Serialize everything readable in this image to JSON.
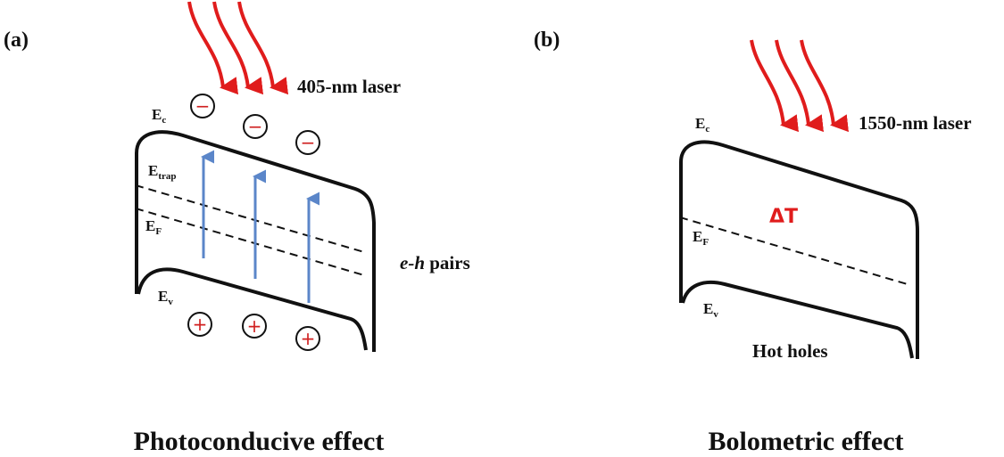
{
  "panels": [
    {
      "label": "(a)",
      "laser": "405-nm laser",
      "ec": {
        "main": "E",
        "sub": "c"
      },
      "etrap": {
        "main": "E",
        "sub": "trap"
      },
      "ef": {
        "main": "E",
        "sub": "F"
      },
      "ev": {
        "main": "E",
        "sub": "v"
      },
      "pairs": {
        "italic": "e-h",
        "rest": " pairs"
      },
      "caption": "Photoconducive effect",
      "electron_symbol": "−",
      "hole_symbol": "+"
    },
    {
      "label": "(b)",
      "laser": "1550-nm laser",
      "ec": {
        "main": "E",
        "sub": "c"
      },
      "ef": {
        "main": "E",
        "sub": "F"
      },
      "ev": {
        "main": "E",
        "sub": "v"
      },
      "delta": "ΔT",
      "hot_holes": "Hot holes",
      "caption": "Bolometric effect"
    }
  ],
  "colors": {
    "laser_arrow": "#e01c1c",
    "excitation_arrow": "#5b86c9",
    "band_line": "#111111",
    "charge": "#d02020"
  }
}
